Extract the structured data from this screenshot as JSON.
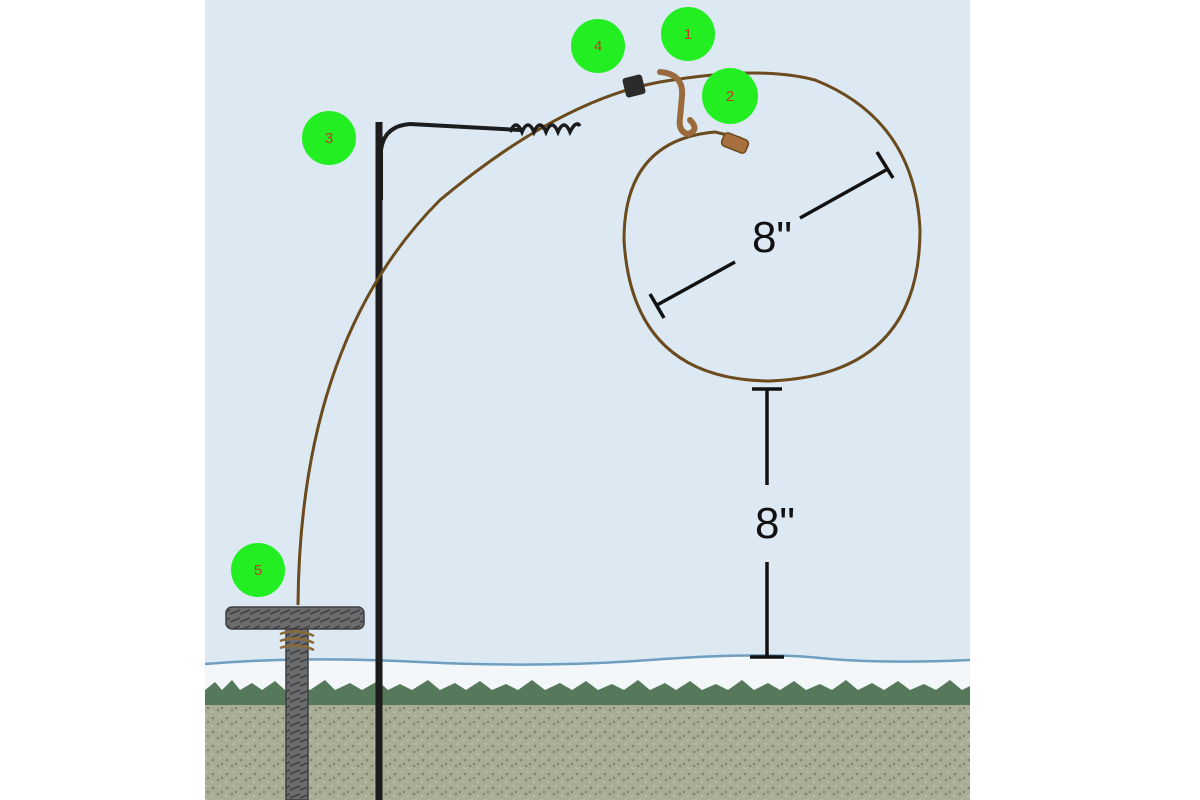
{
  "colors": {
    "sky": "#dce9f2",
    "snow": "#f4f7f9",
    "snow_edge": "#6f9fc0",
    "grass": "#55795a",
    "soil": "#a9ad95",
    "pole": "#1c1c1c",
    "wire": "#6b4a1e",
    "rebar": "#5d5f61",
    "badge": "#22ee22",
    "badge_text": "#c0392b",
    "dimension": "#111111"
  },
  "dimensions": {
    "loop_diameter": "8\"",
    "height_above_snow": "8\""
  },
  "markers": [
    {
      "id": "marker-1",
      "label": "1"
    },
    {
      "id": "marker-2",
      "label": "2"
    },
    {
      "id": "marker-3",
      "label": "3"
    },
    {
      "id": "marker-4",
      "label": "4"
    },
    {
      "id": "marker-5",
      "label": "5"
    }
  ]
}
